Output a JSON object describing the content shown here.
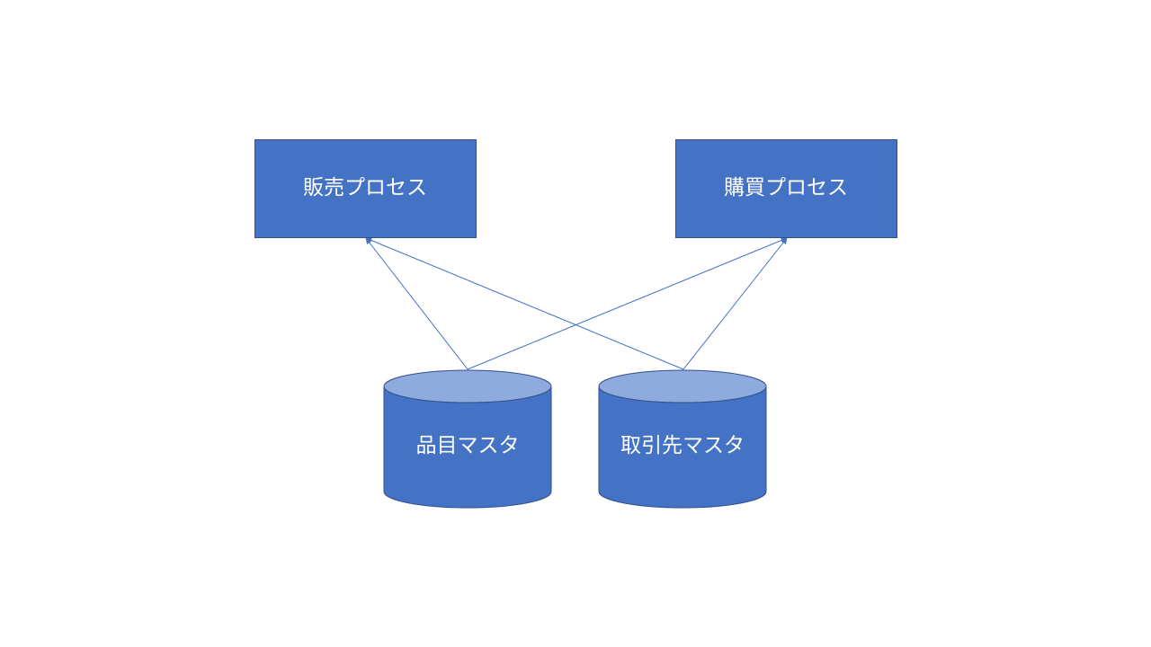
{
  "diagram": {
    "processes": [
      {
        "id": "sales",
        "label": "販売プロセス"
      },
      {
        "id": "purchase",
        "label": "購買プロセス"
      }
    ],
    "masters": [
      {
        "id": "item",
        "label": "品目マスタ"
      },
      {
        "id": "partner",
        "label": "取引先マスタ"
      }
    ],
    "connections": [
      {
        "from": "item",
        "to": "sales"
      },
      {
        "from": "item",
        "to": "purchase"
      },
      {
        "from": "partner",
        "to": "sales"
      },
      {
        "from": "partner",
        "to": "purchase"
      }
    ],
    "colors": {
      "fill": "#4472c4",
      "fill_light": "#8faadc",
      "stroke": "#2f528f",
      "text": "#ffffff"
    }
  }
}
